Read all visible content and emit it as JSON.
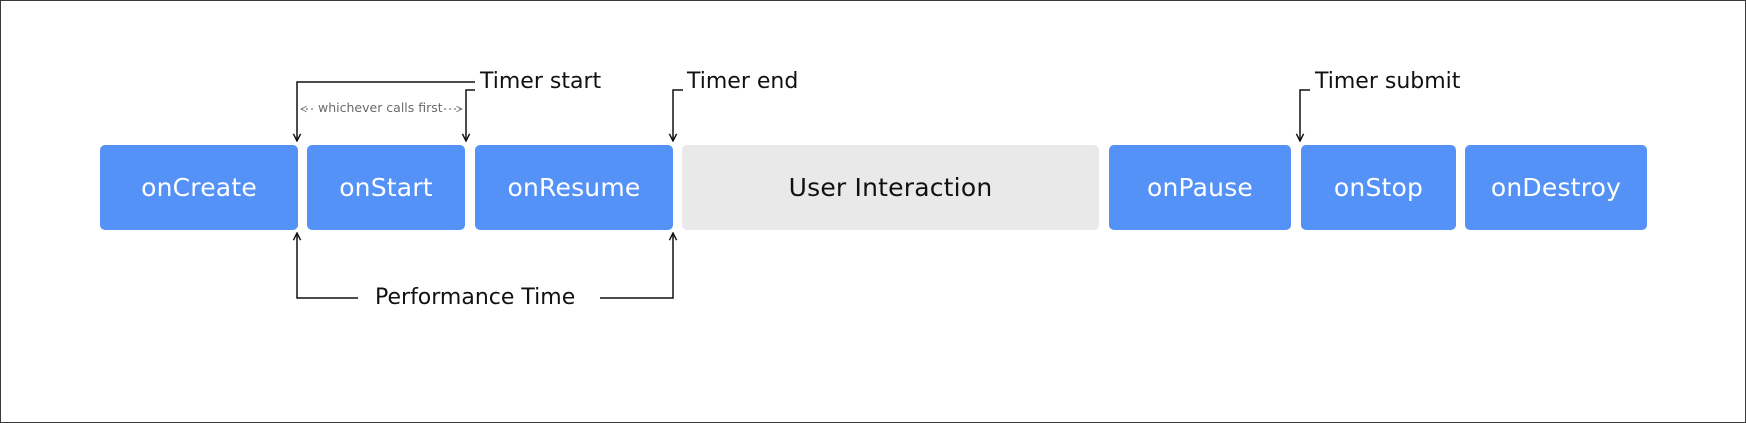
{
  "lifecycle": {
    "on_create": "onCreate",
    "on_start": "onStart",
    "on_resume": "onResume",
    "user_interaction": "User Interaction",
    "on_pause": "onPause",
    "on_stop": "onStop",
    "on_destroy": "onDestroy"
  },
  "annotations": {
    "timer_start": "Timer start",
    "timer_end": "Timer end",
    "timer_submit": "Timer submit",
    "whichever_first": "whichever calls first",
    "performance_time": "Performance Time"
  },
  "colors": {
    "lifecycle_box": "#5592f8",
    "interaction_box": "#e9e9e9",
    "lines": "#111111",
    "dotted_hint": "#7a7a7a"
  }
}
